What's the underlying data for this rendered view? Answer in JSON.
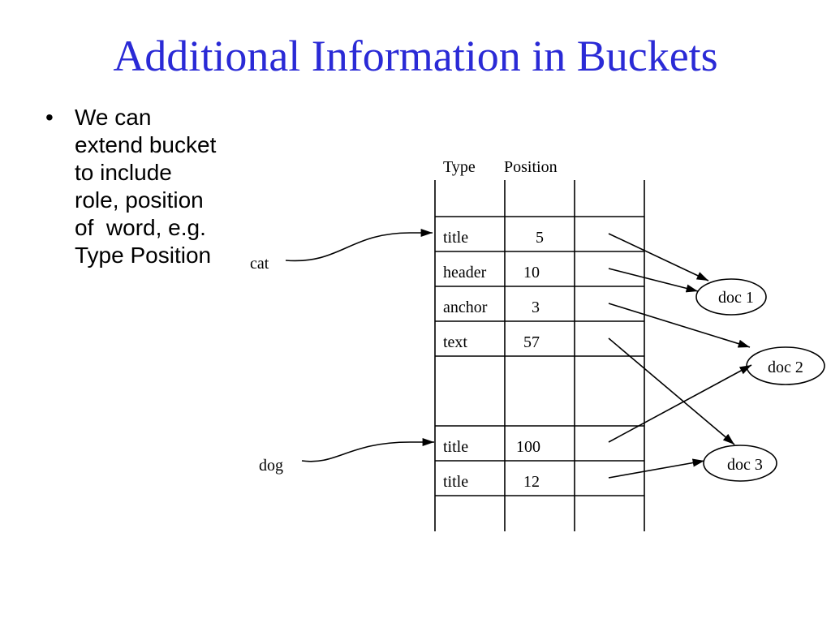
{
  "slide": {
    "title": "Additional Information in Buckets",
    "title_color": "#2a2ad6",
    "bullet_symbol": "•",
    "bullet_lines": [
      "We can",
      "extend bucket",
      "to include",
      "role, position",
      "of  word, e.g.",
      "Type Position"
    ]
  },
  "diagram": {
    "headers": {
      "type": "Type",
      "position": "Position"
    },
    "rows": [
      {
        "type": "",
        "position": ""
      },
      {
        "type": "title",
        "position": "5"
      },
      {
        "type": "header",
        "position": "10"
      },
      {
        "type": "anchor",
        "position": "3"
      },
      {
        "type": "text",
        "position": "57"
      },
      {
        "type": "",
        "position": ""
      },
      {
        "type": "title",
        "position": "100"
      },
      {
        "type": "title",
        "position": "12"
      },
      {
        "type": "",
        "position": ""
      }
    ],
    "words": [
      {
        "label": "cat",
        "points_to_row": 1
      },
      {
        "label": "dog",
        "points_to_row": 6
      }
    ],
    "documents": [
      {
        "label": "doc 1"
      },
      {
        "label": "doc 2"
      },
      {
        "label": "doc 3"
      }
    ],
    "links": [
      {
        "from_row": 1,
        "to_doc": 0
      },
      {
        "from_row": 2,
        "to_doc": 0
      },
      {
        "from_row": 3,
        "to_doc": 1
      },
      {
        "from_row": 4,
        "to_doc": 2
      },
      {
        "from_row": 6,
        "to_doc": 1
      },
      {
        "from_row": 7,
        "to_doc": 2
      }
    ]
  }
}
